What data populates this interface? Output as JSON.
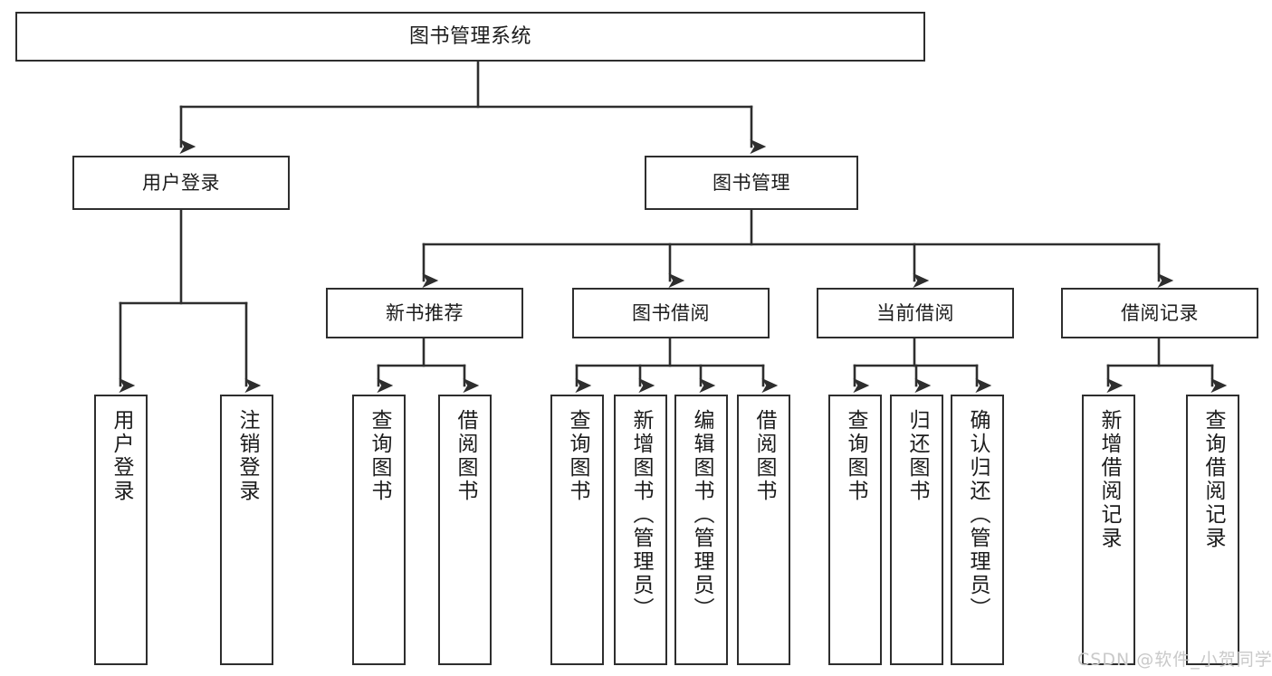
{
  "diagram": {
    "type": "tree-hierarchy",
    "title": "图书管理系统",
    "orientation": "top-down",
    "colors": {
      "box_border": "#2e2e2e",
      "box_fill": "#ffffff",
      "line": "#2e2e2e",
      "text": "#1c1c1c",
      "watermark": "#c9c9c9",
      "background": "#ffffff"
    },
    "nodes": {
      "root": {
        "label": "图书管理系统"
      },
      "level2": [
        {
          "label": "用户登录"
        },
        {
          "label": "图书管理"
        }
      ],
      "level3": [
        {
          "label": "新书推荐"
        },
        {
          "label": "图书借阅"
        },
        {
          "label": "当前借阅"
        },
        {
          "label": "借阅记录"
        }
      ],
      "leaves": {
        "user_login": [
          {
            "label": "用户登录"
          },
          {
            "label": "注销登录"
          }
        ],
        "new_book_recommend": [
          {
            "label": "查询图书"
          },
          {
            "label": "借阅图书"
          }
        ],
        "book_borrow": [
          {
            "label": "查询图书"
          },
          {
            "label": "新增图书（管理员）"
          },
          {
            "label": "编辑图书（管理员）"
          },
          {
            "label": "借阅图书"
          }
        ],
        "current_borrow": [
          {
            "label": "查询图书"
          },
          {
            "label": "归还图书"
          },
          {
            "label": "确认归还（管理员）"
          }
        ],
        "borrow_record": [
          {
            "label": "新增借阅记录"
          },
          {
            "label": "查询借阅记录"
          }
        ]
      }
    },
    "watermark": "CSDN @软件_小贺同学"
  }
}
